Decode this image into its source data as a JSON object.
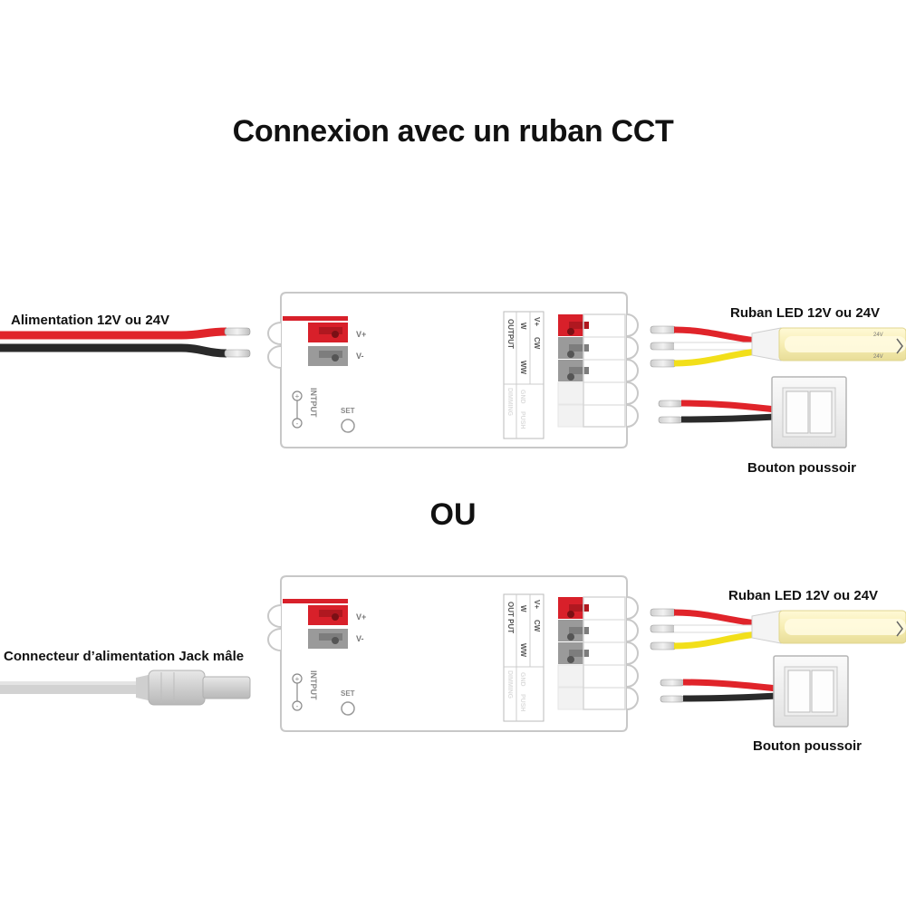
{
  "title": "Connexion avec un ruban CCT",
  "separator": "OU",
  "diagram1": {
    "power_label": "Alimentation 12V ou 24V",
    "strip_label": "Ruban LED 12V ou 24V",
    "button_label": "Bouton poussoir"
  },
  "diagram2": {
    "power_label": "Connecteur d’alimentation Jack mâle",
    "strip_label": "Ruban LED 12V ou 24V",
    "button_label": "Bouton poussoir"
  },
  "controller": {
    "vplus": "V+",
    "vminus": "V-",
    "input": "INTPUT",
    "set": "SET",
    "output": "OUTPUT",
    "output_alt": "OUT PUT",
    "w": "W",
    "vp": "V+",
    "cw": "CW",
    "ww": "WW",
    "dimming": "DIMMING",
    "gnd": "GND",
    "push": "PUSH"
  },
  "colors": {
    "wire_red": "#e0242a",
    "wire_black": "#2a2a2a",
    "wire_yellow": "#f2df1a",
    "terminal_red": "#d8202a",
    "terminal_grey": "#9a9a9a",
    "led_strip": "#f5ecb0"
  }
}
